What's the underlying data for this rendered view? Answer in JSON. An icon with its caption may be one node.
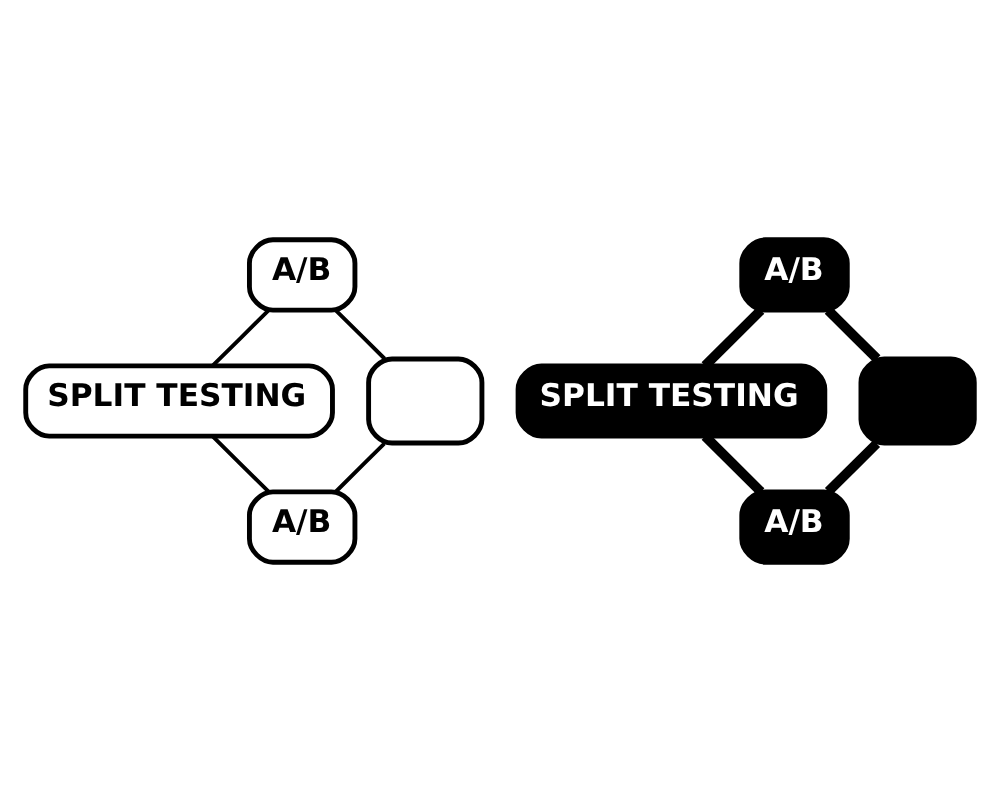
{
  "diagram": {
    "nodes": [
      {
        "text": [
          "A/B"
        ]
      },
      {
        "text": [
          "SPLIT TESTING"
        ]
      },
      {
        "text": [],
        "shape": "box"
      },
      {
        "text": [
          "A/B"
        ]
      },
      {
        "text": [
          "A/B"
        ]
      },
      {
        "text": [
          "SPLIT TESTING"
        ]
      },
      {
        "text": [],
        "shape": "box"
      },
      {
        "text": [
          "A/B"
        ]
      }
    ],
    "edges": [
      {
        "from": 0,
        "to": 1,
        "arrow": "none"
      },
      {
        "from": 0,
        "to": 2,
        "arrow": "none"
      },
      {
        "from": 1,
        "to": 3,
        "arrow": "none"
      },
      {
        "from": 2,
        "to": 3,
        "arrow": "none"
      },
      {
        "from": 4,
        "to": 5,
        "arrow": "none",
        "style": "thick"
      },
      {
        "from": 4,
        "to": 6,
        "arrow": "none",
        "style": "thick"
      },
      {
        "from": 5,
        "to": 7,
        "arrow": "none",
        "style": "thick"
      },
      {
        "from": 6,
        "to": 7,
        "arrow": "none",
        "style": "thick"
      }
    ]
  }
}
